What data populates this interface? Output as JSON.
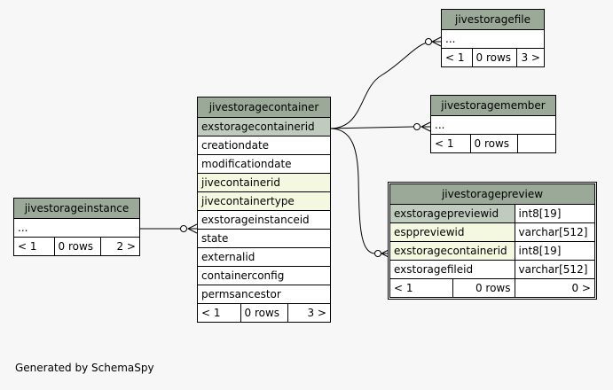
{
  "tables": {
    "jivestoragefile": {
      "name": "jivestoragefile",
      "rows": [
        "..."
      ],
      "footer": {
        "prev": "< 1",
        "rows": "0 rows",
        "next": "3 >"
      }
    },
    "jivestoragemember": {
      "name": "jivestoragemember",
      "rows": [
        "..."
      ],
      "footer": {
        "prev": "< 1",
        "rows": "0 rows",
        "next": ""
      }
    },
    "jivestoragecontainer": {
      "name": "jivestoragecontainer",
      "columns": [
        {
          "name": "exstoragecontainerid",
          "kind": "pk"
        },
        {
          "name": "creationdate",
          "kind": "plain"
        },
        {
          "name": "modificationdate",
          "kind": "plain"
        },
        {
          "name": "jivecontainerid",
          "kind": "fk"
        },
        {
          "name": "jivecontainertype",
          "kind": "fk"
        },
        {
          "name": "exstorageinstanceid",
          "kind": "plain"
        },
        {
          "name": "state",
          "kind": "plain"
        },
        {
          "name": "externalid",
          "kind": "plain"
        },
        {
          "name": "containerconfig",
          "kind": "plain"
        },
        {
          "name": "permsancestor",
          "kind": "plain"
        }
      ],
      "footer": {
        "prev": "< 1",
        "rows": "0 rows",
        "next": "3 >"
      }
    },
    "jivestorageinstance": {
      "name": "jivestorageinstance",
      "rows": [
        "..."
      ],
      "footer": {
        "prev": "< 1",
        "rows": "0 rows",
        "next": "2 >"
      }
    },
    "jivestoragepreview": {
      "name": "jivestoragepreview",
      "columns": [
        {
          "name": "exstoragepreviewid",
          "type": "int8[19]",
          "kind": "pk"
        },
        {
          "name": "esppreviewid",
          "type": "varchar[512]",
          "kind": "fk"
        },
        {
          "name": "exstoragecontainerid",
          "type": "int8[19]",
          "kind": "fk"
        },
        {
          "name": "exstoragefileid",
          "type": "varchar[512]",
          "kind": "plain"
        }
      ],
      "footer": {
        "prev": "< 1",
        "rows": "0 rows",
        "next": "0 >"
      }
    }
  },
  "colors": {
    "header": "#9baa98",
    "pk": "#bfcbbc",
    "fk": "#f5f8e0",
    "background": "#f7f7f7"
  },
  "generated_by": "Generated by SchemaSpy"
}
